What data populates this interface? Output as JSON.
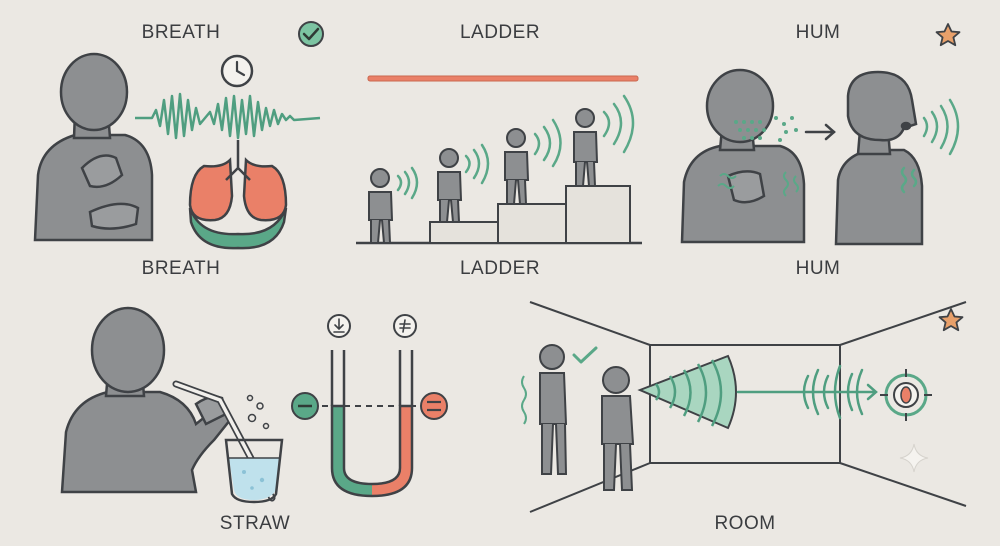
{
  "panels": {
    "breath": {
      "title": "BREATH",
      "caption": "BREATH",
      "badge_icon": "check-circle-icon",
      "icons": [
        "clock-icon",
        "lungs-icon",
        "sound-wave-icon"
      ]
    },
    "ladder": {
      "title": "LADDER",
      "caption": "LADDER",
      "icons": [
        "stairs-icon",
        "sound-wave-icon"
      ]
    },
    "hum": {
      "title": "HUM",
      "caption": "HUM",
      "badge_icon": "star-icon",
      "icons": [
        "arrow-right-icon",
        "sound-wave-icon"
      ]
    },
    "straw": {
      "caption": "STRAW",
      "icons": [
        "drinking-straw-icon",
        "glass-of-water-icon",
        "u-tube-icon",
        "minus-circle-icon",
        "equals-circle-icon"
      ]
    },
    "room": {
      "caption": "ROOM",
      "badge_icon": "star-icon",
      "icons": [
        "check-icon",
        "sound-cone-icon",
        "target-icon",
        "sparkle-icon"
      ]
    }
  },
  "colors": {
    "background": "#ebe8e3",
    "figure": "#8d8f91",
    "figure_outline": "#3f4246",
    "accent_green": "#5aa888",
    "accent_green_light": "#a9d6c0",
    "accent_coral": "#ea8068",
    "star": "#e8a06a",
    "water": "#bfe1ec"
  }
}
